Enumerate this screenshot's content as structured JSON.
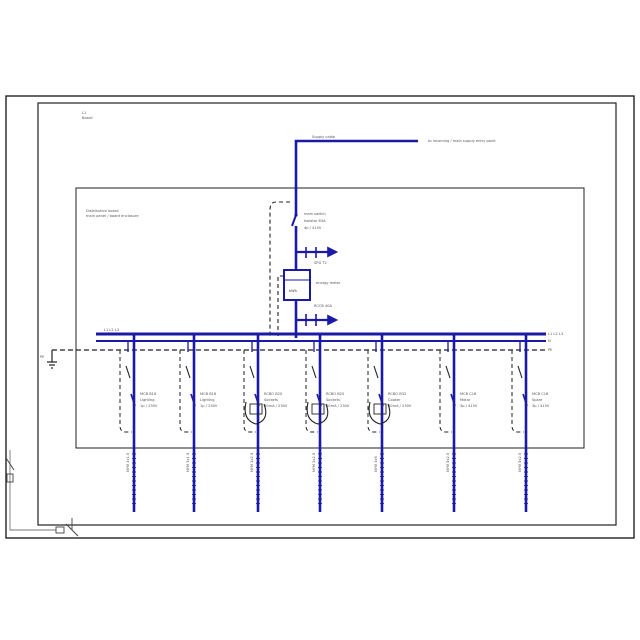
{
  "colors": {
    "bus": "#1a1aa6",
    "frame": "#222222",
    "dashed": "#222222",
    "text": "#555555"
  },
  "header": {
    "line1": "L1",
    "line2": "Board"
  },
  "incoming": {
    "label": "Supply cable",
    "note": "to incoming / main supply entry point"
  },
  "enclosure": {
    "line1": "Distribution board",
    "line2": "main panel / board enclosure"
  },
  "main_switch": {
    "line1": "main switch",
    "line2": "Isolator 63A",
    "line3": "4p / 415V"
  },
  "spd": {
    "label": "SPD T2"
  },
  "meter": {
    "label": "kWh",
    "note": "energy meter"
  },
  "rcd_tag": {
    "label": "RCCB 40A"
  },
  "bus": {
    "left_label": "L1 L2 L3",
    "right_labels": [
      "L1 L2 L3",
      "N",
      "PE"
    ]
  },
  "earth": {
    "label": "PE"
  },
  "circuits": [
    {
      "name": "circuit-1",
      "type": "mcb",
      "line1": "MCB B16",
      "line2": "Lighting",
      "line3": "1p / 230V",
      "cable": "NYM 3x1.5"
    },
    {
      "name": "circuit-2",
      "type": "mcb",
      "line1": "MCB B16",
      "line2": "Lighting",
      "line3": "1p / 230V",
      "cable": "NYM 3x1.5"
    },
    {
      "name": "circuit-3",
      "type": "rcbo",
      "line1": "RCBO B20",
      "line2": "Sockets",
      "line3": "30mA / 230V",
      "cable": "NYM 3x2.5"
    },
    {
      "name": "circuit-4",
      "type": "rcbo",
      "line1": "RCBO B20",
      "line2": "Sockets",
      "line3": "30mA / 230V",
      "cable": "NYM 3x2.5"
    },
    {
      "name": "circuit-5",
      "type": "rcbo",
      "line1": "RCBO B32",
      "line2": "Cooker",
      "line3": "30mA / 230V",
      "cable": "NYM 3x6"
    },
    {
      "name": "circuit-6",
      "type": "mcb",
      "line1": "MCB C16",
      "line2": "Motor",
      "line3": "3p / 415V",
      "cable": "NYM 5x2.5"
    },
    {
      "name": "circuit-7",
      "type": "mcb",
      "line1": "MCB C16",
      "line2": "Spare",
      "line3": "3p / 415V",
      "cable": "NYM 5x2.5"
    }
  ]
}
